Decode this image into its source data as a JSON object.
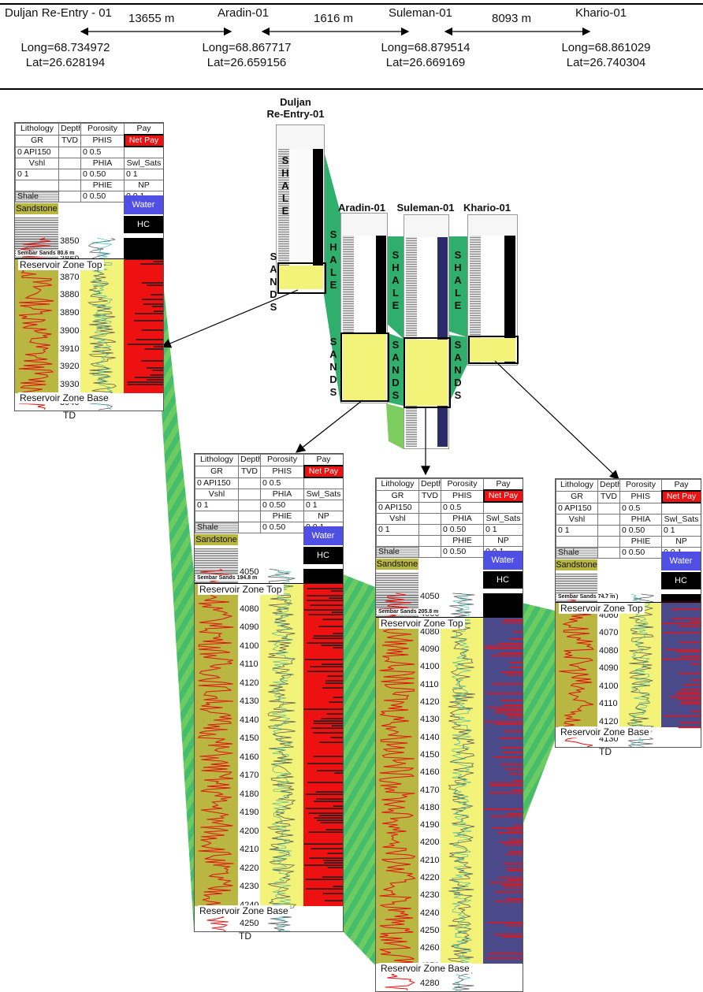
{
  "header": {
    "wells": [
      {
        "name": "Duljan Re-Entry - 01",
        "long": "Long=68.734972",
        "lat": "Lat=26.628194"
      },
      {
        "name": "Aradin-01",
        "long": "Long=68.867717",
        "lat": "Lat=26.659156"
      },
      {
        "name": "Suleman-01",
        "long": "Long=68.879514",
        "lat": "Lat=26.669169"
      },
      {
        "name": "Khario-01",
        "long": "Long=68.861029",
        "lat": "Lat=26.740304"
      }
    ],
    "distances": [
      "13655 m",
      "1616 m",
      "8093 m"
    ]
  },
  "overview": {
    "well_labels": [
      "Duljan",
      "Re-Entry-01",
      "Aradin-01",
      "Suleman-01",
      "Khario-01"
    ],
    "shale": "SHALE",
    "sands": "SANDS"
  },
  "legend": {
    "lithology": "Lithology",
    "depth": "Depth",
    "porosity": "Porosity",
    "pay": "Pay",
    "gr": "GR",
    "tvd": "TVD",
    "phis": "PHIS",
    "net_pay": "Net Pay",
    "gr_min": "0",
    "gr_max": "API150",
    "phis_min": "0",
    "phis_max": "0.5",
    "vshl": "Vshl",
    "phia": "PHIA",
    "swl_sats": "Swl_Sats",
    "vshl_min": "0",
    "vshl_max": "1",
    "phia_min": "0",
    "phia_max": "0.50",
    "sw_max": "1",
    "phie": "PHIE",
    "np": "NP",
    "phie_min": "0",
    "phie_max": "0.50",
    "np_max": "0.1",
    "shale": "Shale",
    "sandstone": "Sandstone",
    "water": "Water",
    "hc": "HC"
  },
  "zones": {
    "top": "Reservoir Zone Top",
    "base": "Reservoir Zone Base",
    "td": "TD"
  },
  "panels": [
    {
      "id": "duljan",
      "marker": "Sembar Sands 80.6 m",
      "depths": [
        "3850",
        "3860",
        "3870",
        "3880",
        "3890",
        "3900",
        "3910",
        "3920",
        "3930",
        "3940"
      ]
    },
    {
      "id": "aradin",
      "marker": "Sembar Sands 194.8 m",
      "depths": [
        "4050",
        "4060",
        "4080",
        "4090",
        "4100",
        "4110",
        "4120",
        "4130",
        "4140",
        "4150",
        "4160",
        "4170",
        "4180",
        "4190",
        "4200",
        "4210",
        "4220",
        "4230",
        "4240",
        "4250"
      ]
    },
    {
      "id": "suleman",
      "marker": "Sembar Sands 205.8 m",
      "depths": [
        "4050",
        "4060",
        "4080",
        "4090",
        "4100",
        "4110",
        "4120",
        "4130",
        "4140",
        "4150",
        "4160",
        "4170",
        "4180",
        "4190",
        "4200",
        "4210",
        "4220",
        "4230",
        "4240",
        "4250",
        "4260",
        "4270",
        "4280"
      ]
    },
    {
      "id": "khario",
      "marker": "Sembar Sands 74.7 m",
      "depths": [
        "4050",
        "4060",
        "4070",
        "4080",
        "4090",
        "4100",
        "4110",
        "4120",
        "4130"
      ]
    }
  ],
  "colors": {
    "sand": "#f3f37a",
    "sand_dark": "#b9b642",
    "red": "#ee1111",
    "hc": "#000000",
    "water": "#4f4fe6",
    "shale_grey": "#777777",
    "green": "#3cb878"
  }
}
